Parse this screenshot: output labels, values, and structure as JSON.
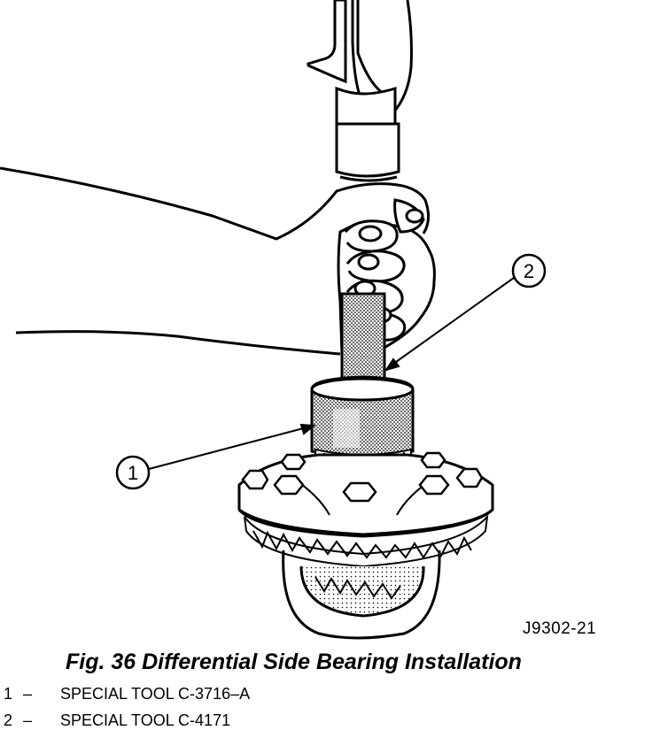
{
  "figure": {
    "callouts": [
      {
        "number": "1"
      },
      {
        "number": "2"
      }
    ],
    "figure_id": "J9302-21",
    "caption": "Fig. 36 Differential Side Bearing Installation"
  },
  "legend": [
    {
      "number": "1",
      "dash": "–",
      "text": "SPECIAL TOOL C-3716–A"
    },
    {
      "number": "2",
      "dash": "–",
      "text": "SPECIAL TOOL C-4171"
    }
  ]
}
